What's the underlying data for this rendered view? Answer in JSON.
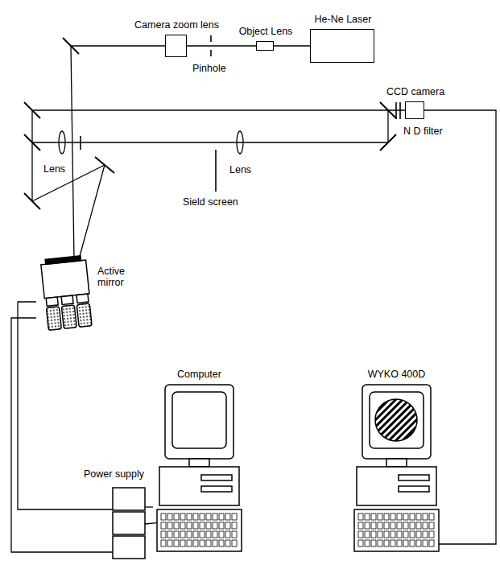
{
  "diagram": {
    "nodes": [
      {
        "text": [
          "Camera zoom lens"
        ]
      },
      {
        "text": [
          "Object Lens"
        ]
      },
      {
        "text": [
          "He-Ne Laser"
        ]
      },
      {
        "text": [
          "CCD camera"
        ]
      },
      {
        "text": [
          "Active mirror"
        ]
      },
      {
        "text": [
          "Computer"
        ]
      },
      {
        "text": [
          "WYKO 400D"
        ]
      },
      {
        "text": [
          "Power supply"
        ]
      }
    ],
    "edges": [
      {
        "from": 2,
        "to": 1,
        "arrow": "none"
      },
      {
        "from": 1,
        "to": 0,
        "arrow": "none"
      },
      {
        "from": 4,
        "to": 7,
        "arrow": "none"
      },
      {
        "from": 7,
        "to": 5,
        "arrow": "none"
      },
      {
        "from": 6,
        "to": 3,
        "arrow": "none"
      }
    ],
    "labels": [
      "Pinhole",
      "Lens",
      "Sield screen",
      "Lens",
      "N D filter"
    ]
  }
}
